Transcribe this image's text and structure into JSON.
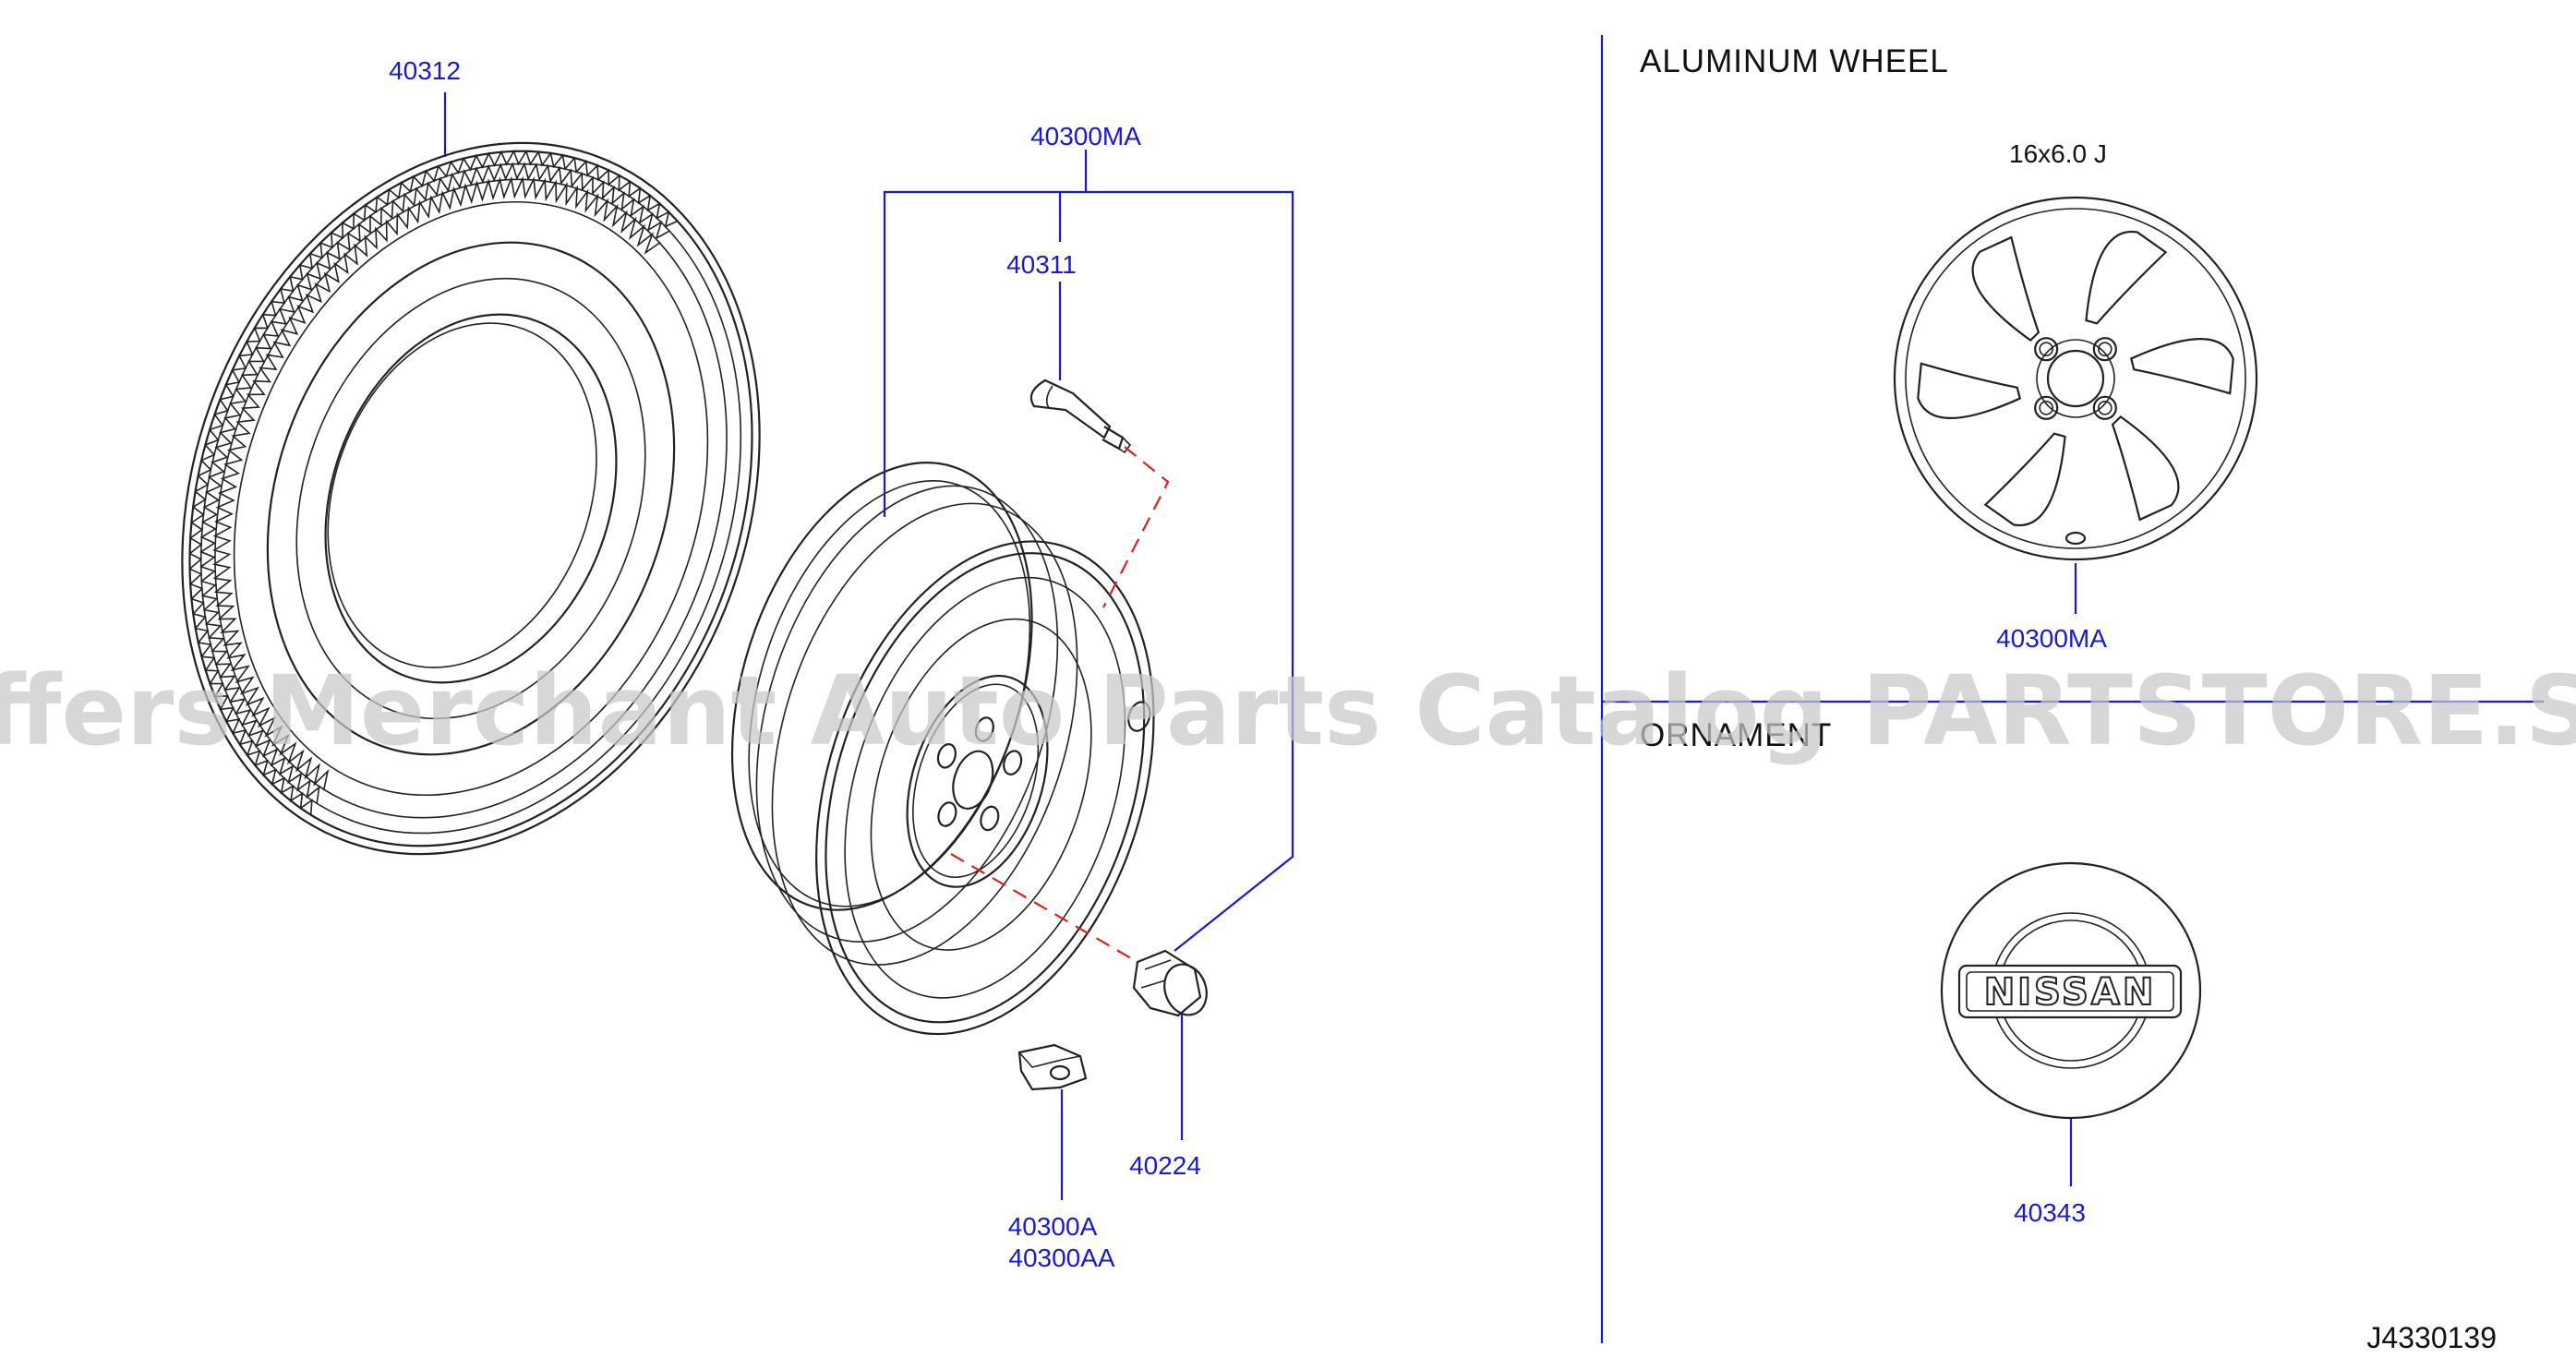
{
  "sections": {
    "aluminum_wheel_title": "ALUMINUM   WHEEL",
    "aluminum_wheel_spec": "16x6.0   J",
    "ornament_title": "ORNAMENT"
  },
  "parts": {
    "tire": "40312",
    "wheel_assy": "40300MA",
    "valve": "40311",
    "nut": "40224",
    "weight_a": "40300A",
    "weight_aa": "40300AA",
    "alloy_wheel": "40300MA",
    "ornament": "40343"
  },
  "emblem_text": "NISSAN",
  "diagram_code": "J4330139",
  "watermark": "Offers Merchant Auto Parts Catalog PARTSTORE.SA",
  "colors": {
    "label": "#1a1acc",
    "line": "#222222",
    "dashed_guide": "#e02020",
    "watermark": "#c8c8c8"
  }
}
